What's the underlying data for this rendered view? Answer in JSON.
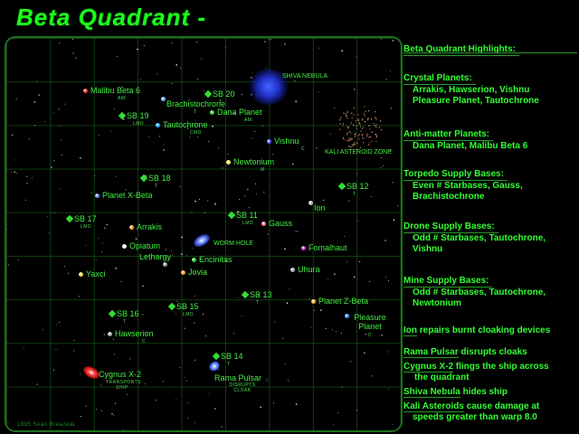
{
  "title": "Beta Quadrant -",
  "credit": "1995 Sean Breazeal",
  "map": {
    "starbases": [
      {
        "id": "sb20",
        "label": "SB 20",
        "sub": "T"
      },
      {
        "id": "sb19",
        "label": "SB 19",
        "sub": "LMD"
      },
      {
        "id": "sb18",
        "label": "SB 18",
        "sub": "T"
      },
      {
        "id": "sb12",
        "label": "SB 12",
        "sub": "T"
      },
      {
        "id": "sb17",
        "label": "SB 17",
        "sub": "LMD"
      },
      {
        "id": "sb11",
        "label": "SB 11",
        "sub": "LMD"
      },
      {
        "id": "sb13",
        "label": "SB 13",
        "sub": "T"
      },
      {
        "id": "sb15",
        "label": "SB 15",
        "sub": "LMD"
      },
      {
        "id": "sb16",
        "label": "SB 16",
        "sub": "T"
      },
      {
        "id": "sb14",
        "label": "SB 14",
        "sub": "T"
      }
    ],
    "planets": [
      {
        "id": "malibu",
        "label": "Malibu Beta 6",
        "sub": "AM",
        "color": "#ff3030"
      },
      {
        "id": "brach",
        "label": "Brachistochrone",
        "sub": "T",
        "color": "#66aaff"
      },
      {
        "id": "tauto",
        "label": "Tautochrone",
        "sub": "CMD",
        "color": "#33aaff"
      },
      {
        "id": "dana",
        "label": "Dana Planet",
        "sub": "AM",
        "color": "#33cc33"
      },
      {
        "id": "vishnu",
        "label": "Vishnu",
        "sub": "C",
        "color": "#5555ff"
      },
      {
        "id": "newton",
        "label": "Newtonium",
        "sub": "M",
        "color": "#ffee55"
      },
      {
        "id": "ion",
        "label": "Ion",
        "sub": "",
        "color": "#bbbbbb"
      },
      {
        "id": "gauss",
        "label": "Gauss",
        "sub": "",
        "color": "#ff7799"
      },
      {
        "id": "arrakis",
        "label": "Arrakis",
        "sub": "",
        "color": "#ff9933"
      },
      {
        "id": "opiatum",
        "label": "Opiatum",
        "sub": "",
        "color": "#eeeeff"
      },
      {
        "id": "lethargy",
        "label": "Lethargy",
        "sub": "",
        "color": "#999999"
      },
      {
        "id": "encinitas",
        "label": "Encinitas",
        "sub": "",
        "color": "#33cc33"
      },
      {
        "id": "jovia",
        "label": "Jovia",
        "sub": "",
        "color": "#ff9922"
      },
      {
        "id": "yaxci",
        "label": "Yaxci",
        "sub": "",
        "color": "#dddd44"
      },
      {
        "id": "fomalhaut",
        "label": "Fomalhaut",
        "sub": "",
        "color": "#dd33dd"
      },
      {
        "id": "uhura",
        "label": "Uhura",
        "sub": "",
        "color": "#aaaacc"
      },
      {
        "id": "z",
        "label": "Planet Z-Beta",
        "sub": "",
        "color": "#ffaa33"
      },
      {
        "id": "pleasure",
        "label": "Pleasure Planet",
        "sub": "C",
        "color": "#3399ff"
      },
      {
        "id": "hawserion",
        "label": "Hawserion",
        "sub": "C",
        "color": "#aaaaaa"
      },
      {
        "id": "xbeta",
        "label": "Planet X-Beta",
        "sub": "",
        "color": "#6688ff"
      }
    ],
    "special": {
      "shiva": {
        "label": "SHIVA NEBULA"
      },
      "kali": {
        "label": "KALI ASTEROID ZONE"
      },
      "wormhole": {
        "label": "WORM HOLE"
      },
      "cygnus": {
        "label": "Cygnus X-2",
        "sub": "TRANSPORTS SHIP"
      },
      "rama": {
        "label": "Rama Pulsar",
        "sub": "DISRUPTS CLOAK"
      }
    }
  },
  "panel": {
    "highlights": "Beta Quadrant Highlights:",
    "crystal": {
      "heading": "Crystal Planets:",
      "lines": [
        "Arrakis, Hawserion, Vishnu",
        "Pleasure Planet, Tautochrone"
      ]
    },
    "antimatter": {
      "heading": "Anti-matter Planets:",
      "lines": [
        "Dana Planet, Malibu Beta 6"
      ]
    },
    "torpedo": {
      "heading": "Torpedo Supply Bases:",
      "lines": [
        "Even # Starbases, Gauss,",
        "Brachistochrone"
      ]
    },
    "drone": {
      "heading": "Drone Supply Bases:",
      "lines": [
        "Odd # Starbases, Tautochrone,",
        "Vishnu"
      ]
    },
    "mine": {
      "heading": "Mine Supply Bases:",
      "lines": [
        "Odd # Starbases, Tautochrone,",
        "Newtonium"
      ]
    },
    "notes": [
      {
        "hl": "Ion",
        "rest": " repairs burnt cloaking devices"
      },
      {
        "hl": "Rama Pulsar",
        "rest": " disrupts cloaks"
      },
      {
        "hl": "Cygnus X-2",
        "rest": " flings the ship across"
      },
      {
        "hl": "",
        "rest": "   the quadrant"
      },
      {
        "hl": "Shiva Nebula",
        "rest": " hides ship"
      },
      {
        "hl": "Kali Asteroids",
        "rest": " cause damage at"
      },
      {
        "hl": "",
        "rest": "speeds greater than warp 8.0"
      }
    ]
  }
}
